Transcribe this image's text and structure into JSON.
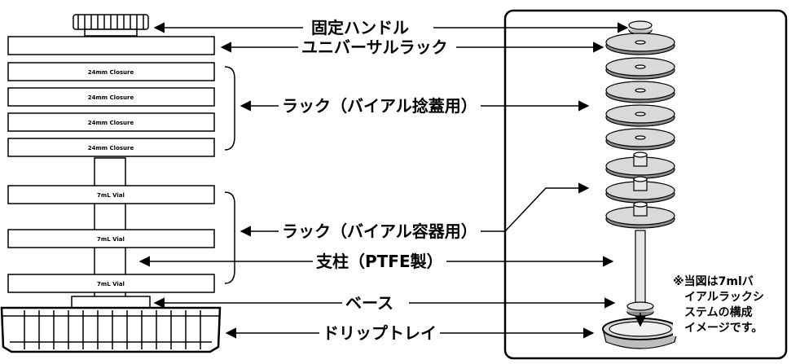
{
  "labels": {
    "handle": "固定ハンドル",
    "universal_rack": "ユニバーサルラック",
    "rack_closure": "ラック（バイアル捻蓋用）",
    "rack_vial": "ラック（バイアル容器用）",
    "post": "支柱（PTFE製）",
    "base": "ベース",
    "drip_tray": "ドリップトレイ"
  },
  "closure_racks": [
    "24mm Closure",
    "24mm Closure",
    "24mm Closure",
    "24mm Closure"
  ],
  "vial_racks": [
    "7mL Vial",
    "7mL Vial",
    "7mL Vial"
  ],
  "note": "※当図は7mlバ\n　イアルラックシ\n　ステムの構成\n　イメージです。",
  "colors": {
    "line": "#000000",
    "fill": "#ffffff",
    "disc": "#d9d9d9",
    "disc_dark": "#8c8c8c"
  }
}
